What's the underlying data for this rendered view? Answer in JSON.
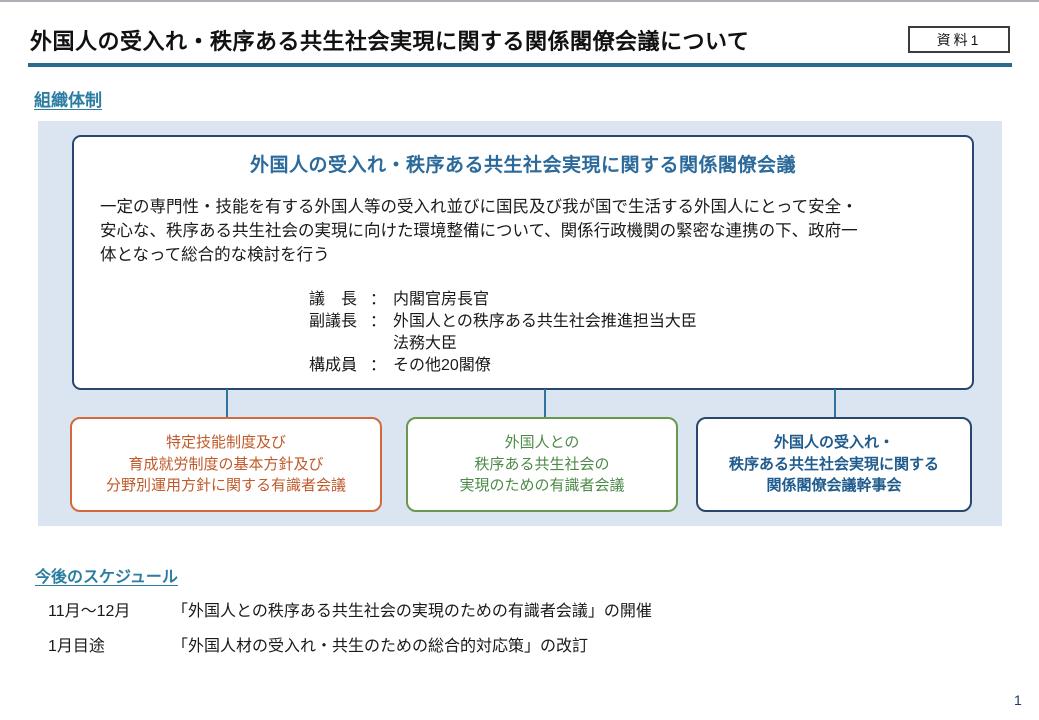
{
  "page": {
    "title": "外国人の受入れ・秩序ある共生社会実現に関する関係閣僚会議について",
    "doc_label": "資料1",
    "page_number": "1"
  },
  "colors": {
    "heading_teal": "#2a7da1",
    "rule_teal": "#2b6b8b",
    "panel_background": "#dbe5f1",
    "main_box_border": "#28476e",
    "main_title_blue": "#2b6a9b",
    "orange_accent": "#c05a2a",
    "green_accent": "#4c8b47",
    "blue_accent": "#1f5c8d",
    "connector_blue": "#2f739e"
  },
  "sections": {
    "organization": {
      "heading": "組織体制",
      "main_box": {
        "title": "外国人の受入れ・秩序ある共生社会実現に関する関係閣僚会議",
        "description_lines": [
          "一定の専門性・技能を有する外国人等の受入れ並びに国民及び我が国で生活する外国人にとって安全・",
          "安心な、秩序ある共生社会の実現に向けた環境整備について、関係行政機関の緊密な連携の下、政府一",
          "体となって総合的な検討を行う"
        ],
        "roles": [
          {
            "label": "議　長",
            "colon": "：",
            "value": "内閣官房長官"
          },
          {
            "label": "副議長",
            "colon": "：",
            "value": "外国人との秩序ある共生社会推進担当大臣"
          },
          {
            "label": "",
            "colon": "",
            "value": "法務大臣"
          },
          {
            "label": "構成員",
            "colon": "：",
            "value": "その他20閣僚"
          }
        ]
      },
      "sub_boxes": [
        {
          "lines": [
            "特定技能制度及び",
            "育成就労制度の基本方針及び",
            "分野別運用方針に関する有識者会議"
          ],
          "accent": "#c05a2a"
        },
        {
          "lines": [
            "外国人との",
            "秩序ある共生社会の",
            "実現のための有識者会議"
          ],
          "accent": "#4c8b47"
        },
        {
          "lines": [
            "外国人の受入れ・",
            "秩序ある共生社会実現に関する",
            "関係閣僚会議幹事会"
          ],
          "accent": "#1f5c8d"
        }
      ]
    },
    "schedule": {
      "heading": "今後のスケジュール",
      "rows": [
        {
          "period": "11月～12月",
          "item": "「外国人との秩序ある共生社会の実現のための有識者会議」の開催"
        },
        {
          "period": "1月目途",
          "item": "「外国人材の受入れ・共生のための総合的対応策」の改訂"
        }
      ]
    }
  }
}
